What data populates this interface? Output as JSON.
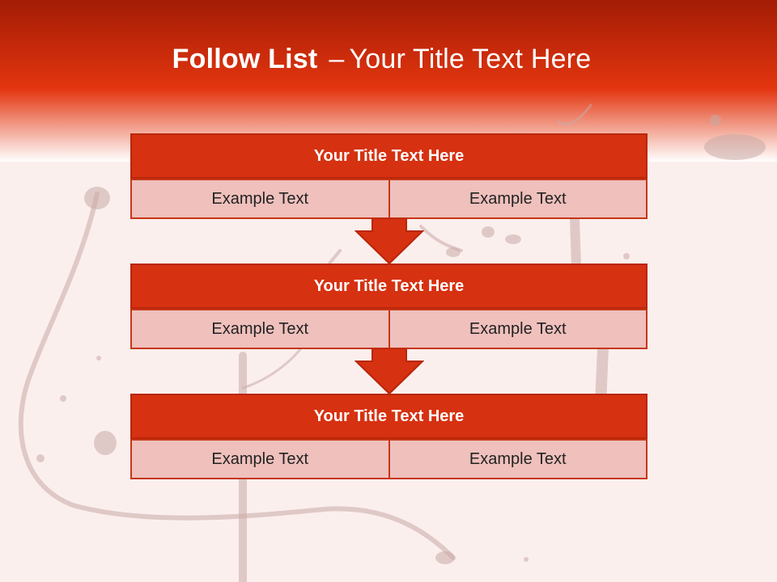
{
  "slide": {
    "title_bold": "Follow List",
    "title_dash": "–",
    "title_rest": "Your Title Text Here"
  },
  "blocks": [
    {
      "title": "Your Title Text Here",
      "left_text": "Example Text",
      "right_text": "Example Text"
    },
    {
      "title": "Your Title Text Here",
      "left_text": "Example Text",
      "right_text": "Example Text"
    },
    {
      "title": "Your Title Text Here",
      "left_text": "Example Text",
      "right_text": "Example Text"
    }
  ],
  "colors": {
    "header_dark": "#a31c05",
    "header_bright": "#e3350f",
    "box_title": "#d63111",
    "box_cell": "#efc0bc",
    "arrow": "#d63111",
    "background": "#fbefee"
  }
}
